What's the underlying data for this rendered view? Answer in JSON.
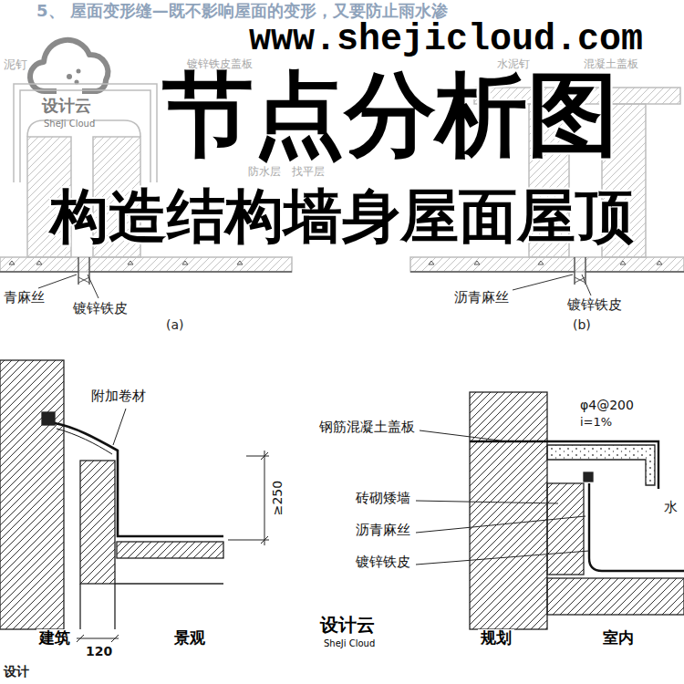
{
  "diagram": {
    "title": "节点分析图",
    "labels": [
      "5、 屋面变形缝—既不影响屋面的变形，又要防止雨水渗",
      "www.shejicloud.com",
      "设计云",
      "SheJi Cloud",
      "构造结构墙身屋面屋顶",
      "泥钉",
      "镀锌铁皮盖板",
      "水泥钉",
      "混凝土盖板",
      "防水层",
      "找平层",
      "青麻丝",
      "镀锌铁皮",
      "(a)",
      "沥青麻丝",
      "镀锌铁皮",
      "(b)",
      "附加卷材",
      "≥250",
      "120",
      "钢筋混凝土盖板",
      "φ4@200",
      "i=1%",
      "砖砌矮墙",
      "沥青麻丝",
      "镀锌铁皮",
      "水",
      "建筑",
      "景观",
      "设计云",
      "SheJi Cloud",
      "规划",
      "室内",
      "设计"
    ]
  }
}
